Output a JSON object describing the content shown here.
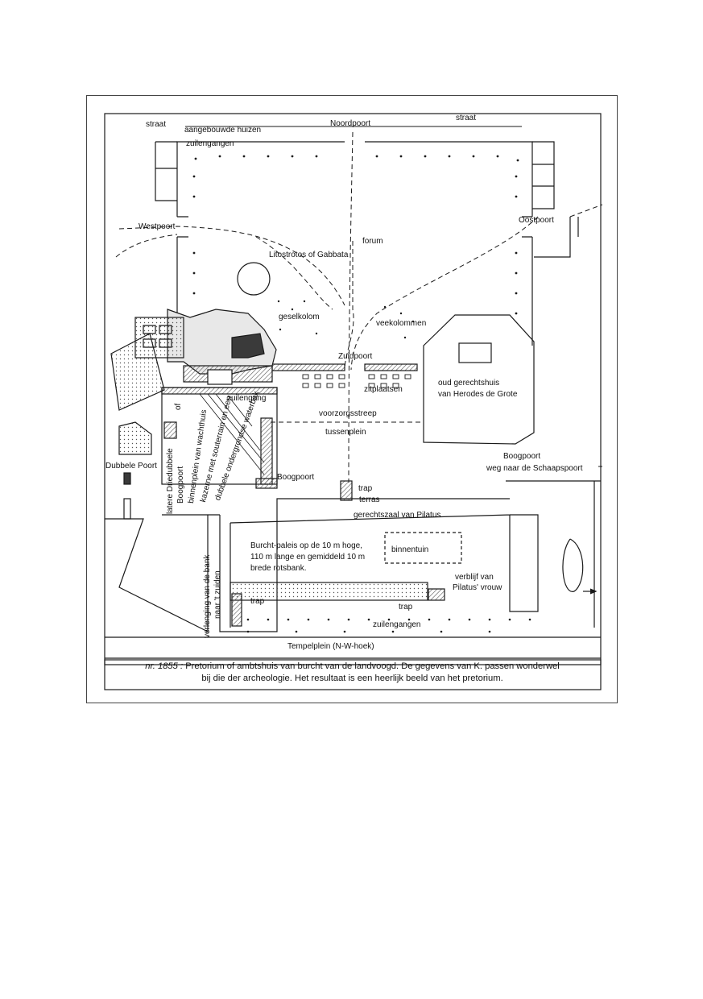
{
  "caption": {
    "number": "nr. 1855 :",
    "line1": "Pretorium of ambtshuis van burcht van de landvoogd.  De gegevens van K. passen wonderwel",
    "line2": "bij die der archeologie.  Het resultaat is een heerlijk beeld van het pretorium."
  },
  "labels": {
    "straat_left": "straat",
    "straat_right": "straat",
    "aangebouwde": "aangebouwde huizen",
    "noordpoort": "Noordpoort",
    "zuilengangen_top": "zuilengangen",
    "westpoort": "Westpoort",
    "oostpoort": "Oostpoort",
    "forum": "forum",
    "litostrotos": "Litostrotos of Gabbata",
    "geselkolom": "geselkolom",
    "veekolommen": "veekolommen",
    "zuidpoort": "Zuidpoort",
    "oud_gerechtshuis_1": "oud gerechtshuis",
    "oud_gerechtshuis_2": "van Herodes de Grote",
    "zitplaatsen": "zitplaatsen",
    "zuilengang": "zuilengang",
    "voorzorgsstreep": "voorzorgsstreep",
    "tussenplein": "tussenplein",
    "boogpoort_right": "Boogpoort",
    "weg_schaapspoort": "weg naar de Schaapspoort",
    "dubbele_poort": "Dubbele Poort",
    "boogpoort_mid": "Boogpoort",
    "trap_mid": "trap",
    "terras": "terras",
    "gerechtszaal": "gerechtszaal van Pilatus",
    "burcht_1": "Burcht-paleis op de 10 m hoge,",
    "burcht_2": "110 m lange en gemiddeld 10 m",
    "burcht_3": "brede rotsbank.",
    "binnentuin": "binnentuin",
    "verblijf_1": "verblijf van",
    "verblijf_2": "Pilatus' vrouw",
    "trap_left": "trap",
    "trap_right": "trap",
    "zuilengangen_bottom": "zuilengangen",
    "tempelplein": "Tempelplein (N-W-hoek)",
    "latere_1": "latere Driedubbele",
    "latere_2": "Boogpoort",
    "binnenplein_1": "binnenplein van wachthuis",
    "binnenplein_2": "kazerne met souterrain en een",
    "binnenplein_3": "dubbele ondergrondse waterbak",
    "of": "of",
    "verlenging_1": "verlenging van de bank",
    "verlenging_2": "naar 't zuiden"
  },
  "colors": {
    "ink": "#1a1a1a",
    "hatch": "#555555",
    "fill": "#3a3a3a"
  }
}
